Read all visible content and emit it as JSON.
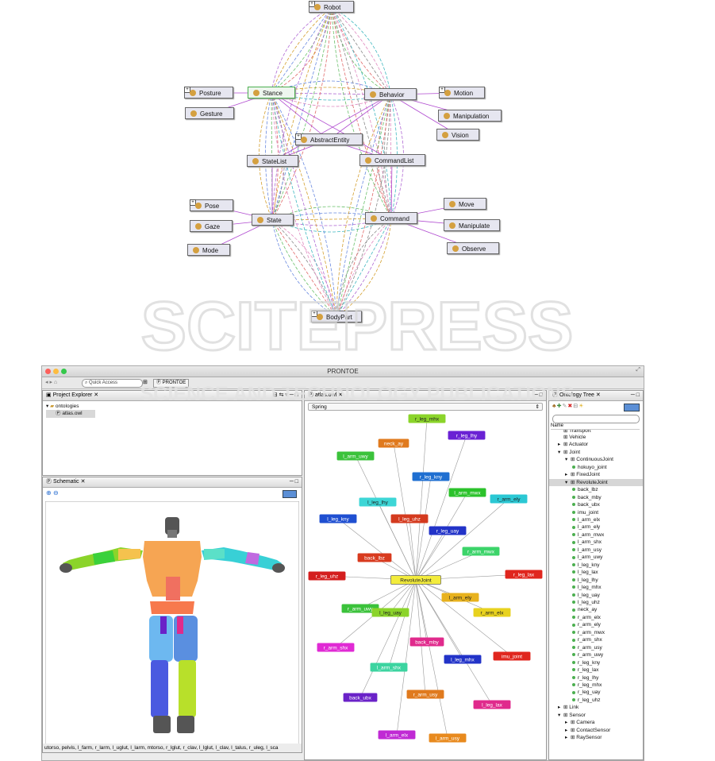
{
  "ontology_graph": {
    "nodes": [
      {
        "id": "robot",
        "label": "Robot",
        "expand": true
      },
      {
        "id": "posture",
        "label": "Posture",
        "expand": true
      },
      {
        "id": "stance",
        "label": "Stance",
        "expand": false,
        "selected": true
      },
      {
        "id": "behavior",
        "label": "Behavior",
        "expand": false
      },
      {
        "id": "motion",
        "label": "Motion",
        "expand": true
      },
      {
        "id": "gesture",
        "label": "Gesture",
        "expand": false
      },
      {
        "id": "manipulation",
        "label": "Manipulation",
        "expand": false
      },
      {
        "id": "abstractentity",
        "label": "AbstractEntity",
        "expand": true
      },
      {
        "id": "vision",
        "label": "Vision",
        "expand": false
      },
      {
        "id": "statelist",
        "label": "StateList",
        "expand": false
      },
      {
        "id": "commandlist",
        "label": "CommandList",
        "expand": false
      },
      {
        "id": "pose",
        "label": "Pose",
        "expand": true
      },
      {
        "id": "move",
        "label": "Move",
        "expand": false
      },
      {
        "id": "state",
        "label": "State",
        "expand": false
      },
      {
        "id": "command",
        "label": "Command",
        "expand": false
      },
      {
        "id": "gaze",
        "label": "Gaze",
        "expand": false
      },
      {
        "id": "manipulate",
        "label": "Manipulate",
        "expand": false
      },
      {
        "id": "mode",
        "label": "Mode",
        "expand": false
      },
      {
        "id": "observe",
        "label": "Observe",
        "expand": false
      },
      {
        "id": "bodypart",
        "label": "BodyPart",
        "expand": true
      }
    ]
  },
  "watermark": {
    "line1": "SCITEPRESS",
    "line2": "SCIENCE AND TECHNOLOGY PUBLICATIONS"
  },
  "app": {
    "window_title": "PRONTOE",
    "quick_access_placeholder": "Quick Access",
    "perspective_label": "PRONTOE",
    "project_explorer": {
      "title": "Project Explorer",
      "items": [
        {
          "label": "ontologies"
        },
        {
          "label": "atlas.owl"
        }
      ]
    },
    "schematic": {
      "title": "Schematic"
    },
    "atlas_view": {
      "title": "atlas.owl",
      "layout_select": "Spring",
      "center_node": "RevoluteJoint",
      "nodes": [
        {
          "label": "r_leg_mhx",
          "color": "#8bd42a"
        },
        {
          "label": "r_leg_lhy",
          "color": "#6a22d4"
        },
        {
          "label": "neck_ay",
          "color": "#e07a1e"
        },
        {
          "label": "l_arm_uwy",
          "color": "#3bc23b"
        },
        {
          "label": "r_leg_kny",
          "color": "#1f6fd1"
        },
        {
          "label": "l_arm_mwx",
          "color": "#2bc22b"
        },
        {
          "label": "r_arm_ely",
          "color": "#2bc8d4"
        },
        {
          "label": "l_leg_lhy",
          "color": "#3dd6d6"
        },
        {
          "label": "l_leg_uhz",
          "color": "#d43a1e"
        },
        {
          "label": "l_leg_kny",
          "color": "#1f4fd1"
        },
        {
          "label": "r_leg_uay",
          "color": "#2233c8"
        },
        {
          "label": "r_arm_mwx",
          "color": "#3cd46a"
        },
        {
          "label": "back_lbz",
          "color": "#d83a1e"
        },
        {
          "label": "r_leg_uhz",
          "color": "#d41e1e"
        },
        {
          "label": "r_leg_lax",
          "color": "#e0261e"
        },
        {
          "label": "l_arm_ely",
          "color": "#e8b21e"
        },
        {
          "label": "r_arm_uwy",
          "color": "#3bc23b"
        },
        {
          "label": "l_leg_uay",
          "color": "#8bd42a"
        },
        {
          "label": "r_arm_elx",
          "color": "#e8d21e"
        },
        {
          "label": "r_arm_shx",
          "color": "#e02ad4"
        },
        {
          "label": "back_mby",
          "color": "#e02a8c"
        },
        {
          "label": "l_leg_mhx",
          "color": "#2233c8"
        },
        {
          "label": "imu_joint",
          "color": "#e0261e"
        },
        {
          "label": "l_arm_shx",
          "color": "#3cd4a0"
        },
        {
          "label": "r_arm_usy",
          "color": "#e07a1e"
        },
        {
          "label": "back_ubx",
          "color": "#6a22c8"
        },
        {
          "label": "l_leg_lax",
          "color": "#e02a8c"
        },
        {
          "label": "l_arm_elx",
          "color": "#c02ad4"
        },
        {
          "label": "l_arm_usy",
          "color": "#e88a1e"
        }
      ]
    },
    "ontology_tree": {
      "title": "Ontology Tree",
      "column_header": "Name",
      "rows": [
        {
          "label": "Transport",
          "depth": 1,
          "kind": "class",
          "expander": "",
          "cut": true
        },
        {
          "label": "Vehicle",
          "depth": 1,
          "kind": "class",
          "expander": ""
        },
        {
          "label": "Actuator",
          "depth": 1,
          "kind": "class",
          "expander": "▸"
        },
        {
          "label": "Joint",
          "depth": 1,
          "kind": "class",
          "expander": "▾"
        },
        {
          "label": "ContinuousJoint",
          "depth": 2,
          "kind": "class",
          "expander": "▾"
        },
        {
          "label": "hokuyo_joint",
          "depth": 3,
          "kind": "leaf"
        },
        {
          "label": "FixedJoint",
          "depth": 2,
          "kind": "class",
          "expander": "▸"
        },
        {
          "label": "RevoluteJoint",
          "depth": 2,
          "kind": "class",
          "expander": "▾",
          "selected": true
        },
        {
          "label": "back_lbz",
          "depth": 3,
          "kind": "leaf"
        },
        {
          "label": "back_mby",
          "depth": 3,
          "kind": "leaf"
        },
        {
          "label": "back_ubx",
          "depth": 3,
          "kind": "leaf"
        },
        {
          "label": "imu_joint",
          "depth": 3,
          "kind": "leaf"
        },
        {
          "label": "l_arm_elx",
          "depth": 3,
          "kind": "leaf"
        },
        {
          "label": "l_arm_ely",
          "depth": 3,
          "kind": "leaf"
        },
        {
          "label": "l_arm_mwx",
          "depth": 3,
          "kind": "leaf"
        },
        {
          "label": "l_arm_shx",
          "depth": 3,
          "kind": "leaf"
        },
        {
          "label": "l_arm_usy",
          "depth": 3,
          "kind": "leaf"
        },
        {
          "label": "l_arm_uwy",
          "depth": 3,
          "kind": "leaf"
        },
        {
          "label": "l_leg_kny",
          "depth": 3,
          "kind": "leaf"
        },
        {
          "label": "l_leg_lax",
          "depth": 3,
          "kind": "leaf"
        },
        {
          "label": "l_leg_lhy",
          "depth": 3,
          "kind": "leaf"
        },
        {
          "label": "l_leg_mhx",
          "depth": 3,
          "kind": "leaf"
        },
        {
          "label": "l_leg_uay",
          "depth": 3,
          "kind": "leaf"
        },
        {
          "label": "l_leg_uhz",
          "depth": 3,
          "kind": "leaf"
        },
        {
          "label": "neck_ay",
          "depth": 3,
          "kind": "leaf"
        },
        {
          "label": "r_arm_elx",
          "depth": 3,
          "kind": "leaf"
        },
        {
          "label": "r_arm_ely",
          "depth": 3,
          "kind": "leaf"
        },
        {
          "label": "r_arm_mwx",
          "depth": 3,
          "kind": "leaf"
        },
        {
          "label": "r_arm_shx",
          "depth": 3,
          "kind": "leaf"
        },
        {
          "label": "r_arm_usy",
          "depth": 3,
          "kind": "leaf"
        },
        {
          "label": "r_arm_uwy",
          "depth": 3,
          "kind": "leaf"
        },
        {
          "label": "r_leg_kny",
          "depth": 3,
          "kind": "leaf"
        },
        {
          "label": "r_leg_lax",
          "depth": 3,
          "kind": "leaf"
        },
        {
          "label": "r_leg_lhy",
          "depth": 3,
          "kind": "leaf"
        },
        {
          "label": "r_leg_mhx",
          "depth": 3,
          "kind": "leaf"
        },
        {
          "label": "r_leg_uay",
          "depth": 3,
          "kind": "leaf"
        },
        {
          "label": "r_leg_uhz",
          "depth": 3,
          "kind": "leaf"
        },
        {
          "label": "Link",
          "depth": 1,
          "kind": "class",
          "expander": "▸"
        },
        {
          "label": "Sensor",
          "depth": 1,
          "kind": "class",
          "expander": "▾"
        },
        {
          "label": "Camera",
          "depth": 2,
          "kind": "class",
          "expander": "▸"
        },
        {
          "label": "ContactSensor",
          "depth": 2,
          "kind": "class",
          "expander": "▸"
        },
        {
          "label": "RaySensor",
          "depth": 2,
          "kind": "class",
          "expander": "▸"
        }
      ]
    },
    "status_text": "utorso, pelvis, l_farm, r_larm, l_uglut, l_larm, mtorso, r_lglut, r_clav, l_lglut, l_clav, l_talus, r_uleg, l_sca"
  }
}
